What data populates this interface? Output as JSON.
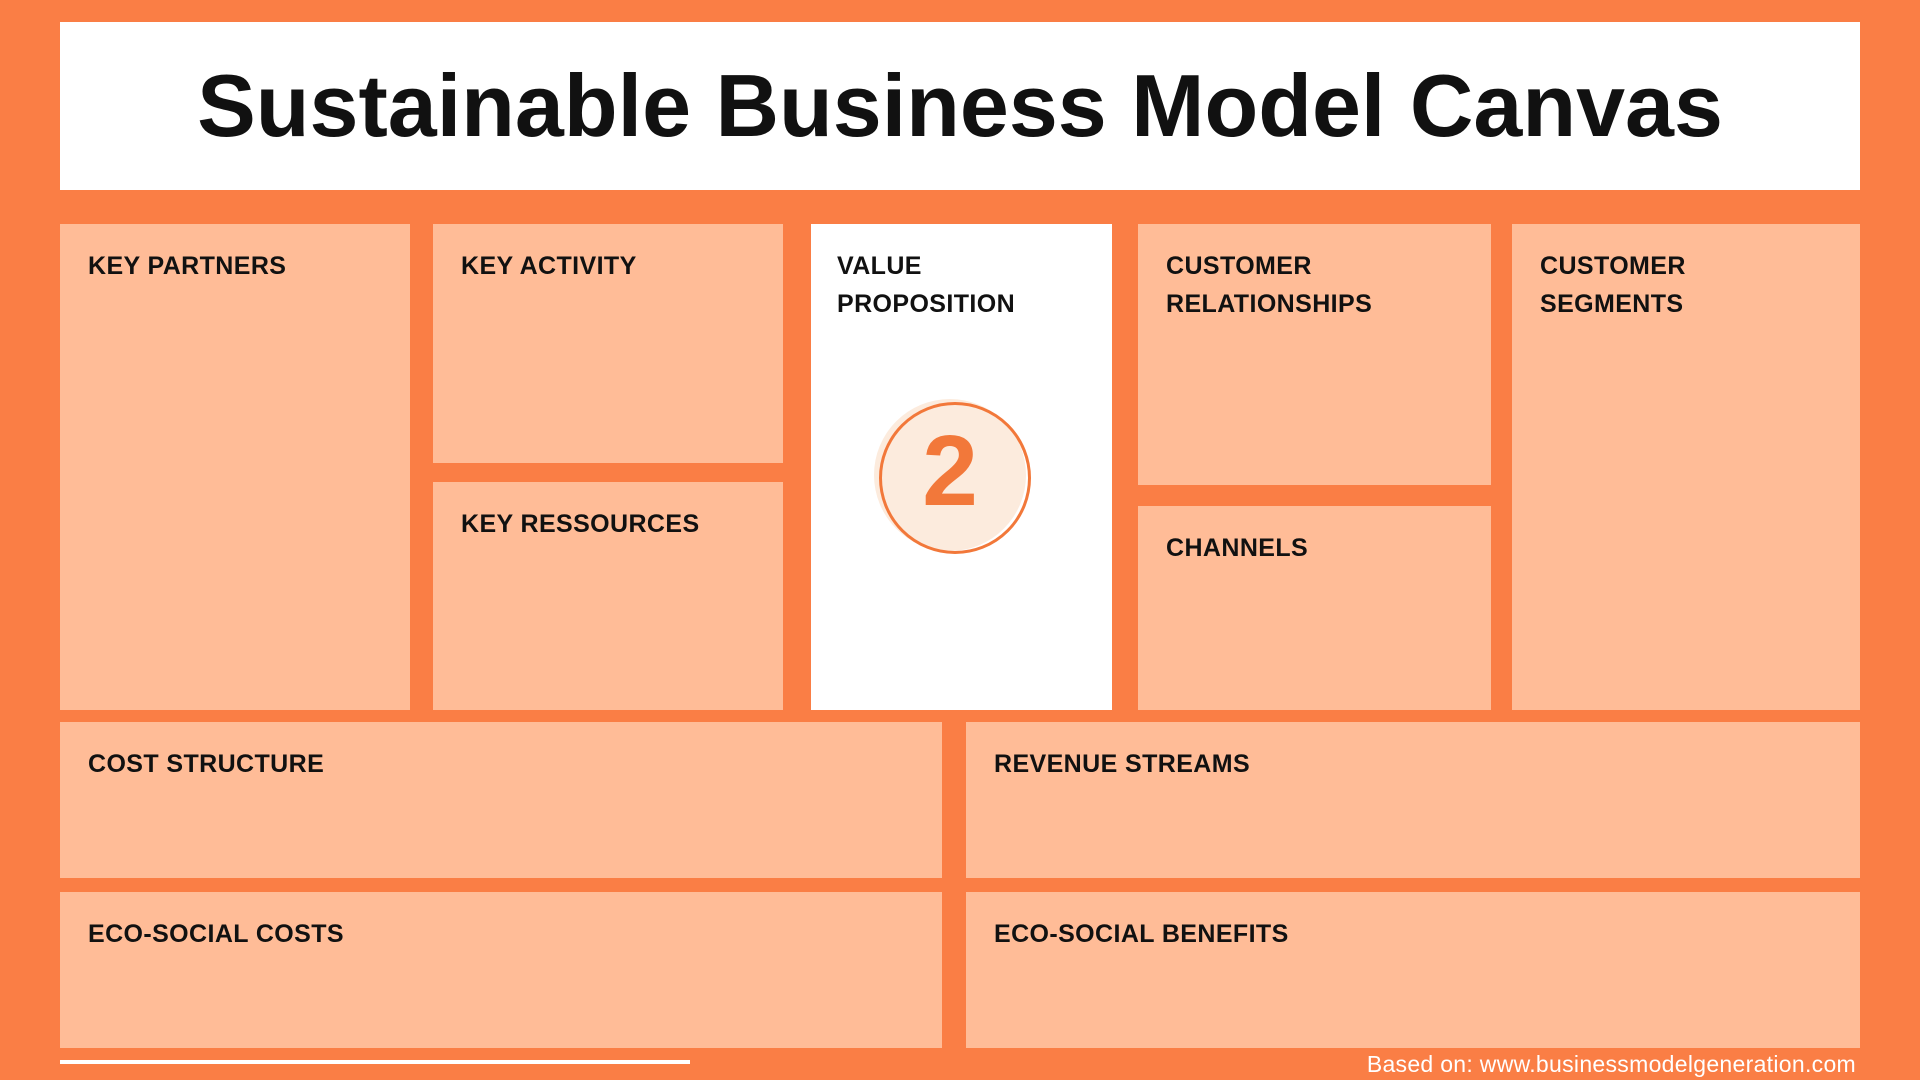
{
  "title": "Sustainable Business Model Canvas",
  "canvas": {
    "boxes": {
      "key_partners": {
        "label": "KEY PARTNERS"
      },
      "key_activity": {
        "label": "KEY ACTIVITY"
      },
      "key_resources": {
        "label": "KEY RESSOURCES"
      },
      "value_proposition": {
        "label": "VALUE PROPOSITION",
        "badge": "2"
      },
      "customer_relationships": {
        "label": "CUSTOMER RELATIONSHIPS"
      },
      "channels": {
        "label": "CHANNELS"
      },
      "customer_segments": {
        "label": "CUSTOMER SEGMENTS"
      },
      "cost_structure": {
        "label": "COST STRUCTURE"
      },
      "revenue_streams": {
        "label": "REVENUE STREAMS"
      },
      "eco_social_costs": {
        "label": "ECO-SOCIAL COSTS"
      },
      "eco_social_benefits": {
        "label": "ECO-SOCIAL BENEFITS"
      }
    }
  },
  "footer": {
    "attribution": "Based on: www.businessmodelgeneration.com"
  },
  "colors": {
    "background_orange": "#FA7E45",
    "box_peach": "#FFBC97",
    "panel_white": "#FFFFFF",
    "accent_orange": "#F2783A",
    "badge_fill_peach": "#FCEBDD",
    "label_text": "#111111",
    "footer_text": "#FFFFFF"
  }
}
